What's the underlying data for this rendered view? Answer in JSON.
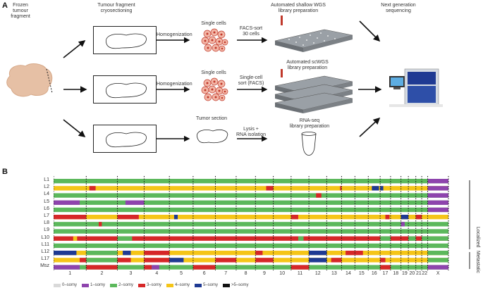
{
  "panel_a": {
    "letter": "A",
    "col1": "Frozen\ntumour\nfragment",
    "col2": "Tumour fragment\ncryosectioning",
    "homog1": "Homogenization",
    "homog2": "Homogenization",
    "single1": "Single cells",
    "single2": "Single cells",
    "facs1": "FACS-sort\n30 cells",
    "facs2": "Single-cell\nsort (FACS)",
    "auto1": "Automated shallow WGS\nlibrary preparation",
    "auto2": "Automated scWGS\nlibrary preparation",
    "tumor_section": "Tumor section",
    "lysis": "Lysis +\nRNA isolation",
    "rnaseq": "RNA-seq\nlibrary preparation",
    "ngs": "Next generation\nsequencing"
  },
  "panel_b": {
    "letter": "B",
    "rows": [
      "L1",
      "L2",
      "L4",
      "L5",
      "L6",
      "L7",
      "L8",
      "L9",
      "L10",
      "L11",
      "L12",
      "L17",
      "Msz"
    ],
    "chromosomes": [
      "1",
      "2",
      "3",
      "4",
      "5",
      "6",
      "7",
      "8",
      "9",
      "10",
      "11",
      "12",
      "13",
      "14",
      "15",
      "16",
      "17",
      "18",
      "19",
      "20",
      "21",
      "22",
      "X"
    ],
    "group_localized": "Localized",
    "group_metastatic": "Metastatic",
    "legend": [
      {
        "label": "0–somy",
        "color": "#d9d9d9"
      },
      {
        "label": "1–somy",
        "color": "#8e44ad"
      },
      {
        "label": "2–somy",
        "color": "#5cb85c"
      },
      {
        "label": "3–somy",
        "color": "#d62728"
      },
      {
        "label": "4–somy",
        "color": "#f5c518"
      },
      {
        "label": "5–somy",
        "color": "#1f3a93"
      },
      {
        "label": ">5–somy",
        "color": "#111111"
      }
    ]
  }
}
